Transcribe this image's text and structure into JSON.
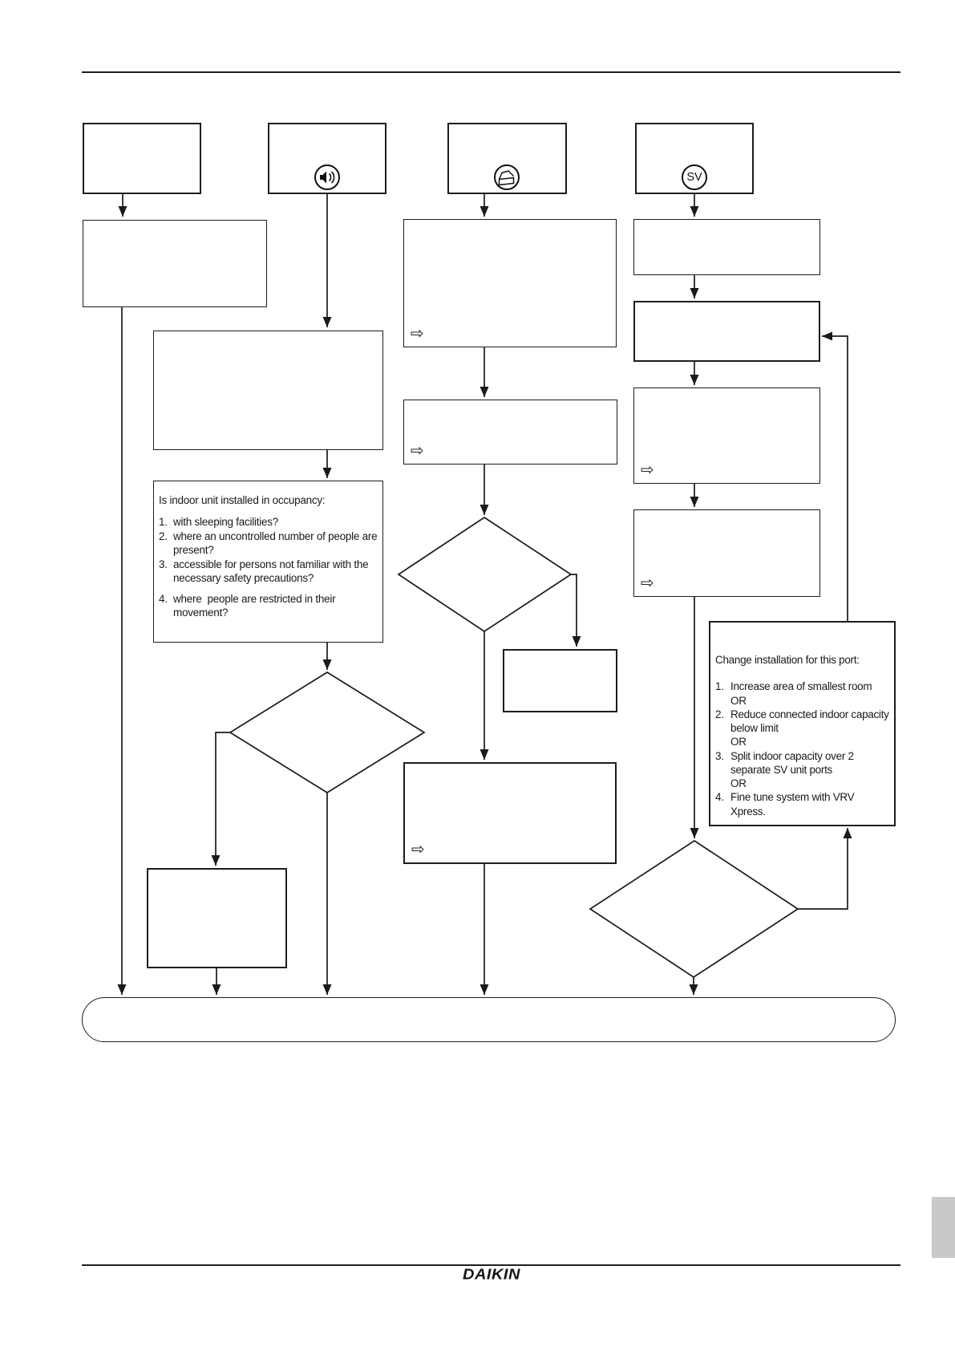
{
  "flowchart": {
    "occupancy_box": {
      "title": "Is indoor unit installed in occupancy:",
      "items": [
        {
          "num": "1.",
          "text": "with sleeping facilities?"
        },
        {
          "num": "2.",
          "text": "where an uncontrolled number of people are present?"
        },
        {
          "num": "3.",
          "text": "accessible for persons not familiar with the necessary safety precautions?"
        },
        {
          "num": "4.",
          "text": "where  people are restricted in their movement?"
        }
      ]
    },
    "change_box": {
      "title": "Change installation for this port:",
      "items": [
        {
          "num": "1.",
          "text": "Increase area of smallest room",
          "or": "OR"
        },
        {
          "num": "2.",
          "text": "Reduce connected indoor capacity below limit",
          "or": "OR"
        },
        {
          "num": "3.",
          "text": "Split indoor capacity over 2 separate SV unit ports",
          "or": "OR"
        },
        {
          "num": "4.",
          "text": "Fine tune system with VRV Xpress.",
          "or": ""
        }
      ]
    },
    "icons": {
      "sv_label": "SV",
      "note_arrow_glyph": "⇨",
      "speaker_icon_name": "speaker-volume",
      "indoor_unit_icon_name": "indoor-unit-box"
    }
  },
  "footer": {
    "brand": "DAIKIN"
  },
  "colors": {
    "line": "#1a1a1a",
    "tab_gray": "#c9c9c9",
    "paper": "#ffffff"
  }
}
